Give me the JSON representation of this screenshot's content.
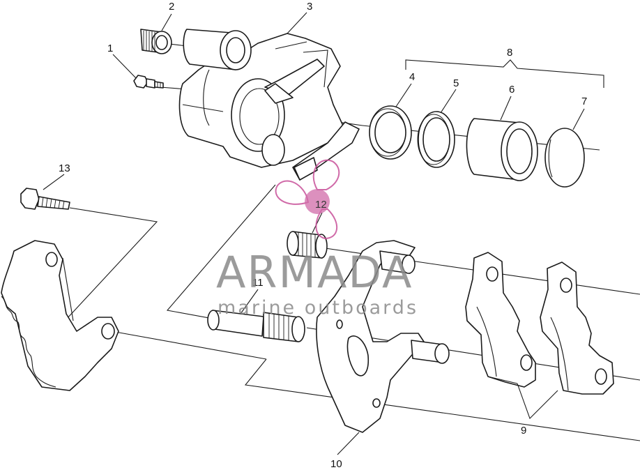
{
  "callouts": [
    {
      "id": "1",
      "label": "1"
    },
    {
      "id": "2",
      "label": "2"
    },
    {
      "id": "3",
      "label": "3"
    },
    {
      "id": "4",
      "label": "4"
    },
    {
      "id": "5",
      "label": "5"
    },
    {
      "id": "6",
      "label": "6"
    },
    {
      "id": "7",
      "label": "7"
    },
    {
      "id": "8",
      "label": "8"
    },
    {
      "id": "9",
      "label": "9"
    },
    {
      "id": "10",
      "label": "10"
    },
    {
      "id": "11",
      "label": "11"
    },
    {
      "id": "12",
      "label": "12"
    },
    {
      "id": "13",
      "label": "13"
    }
  ],
  "watermark": {
    "title": "ARMADA",
    "subtitle": "marine outboards",
    "text_color": "#8a8a8a",
    "accent_color": "#c8519a"
  }
}
